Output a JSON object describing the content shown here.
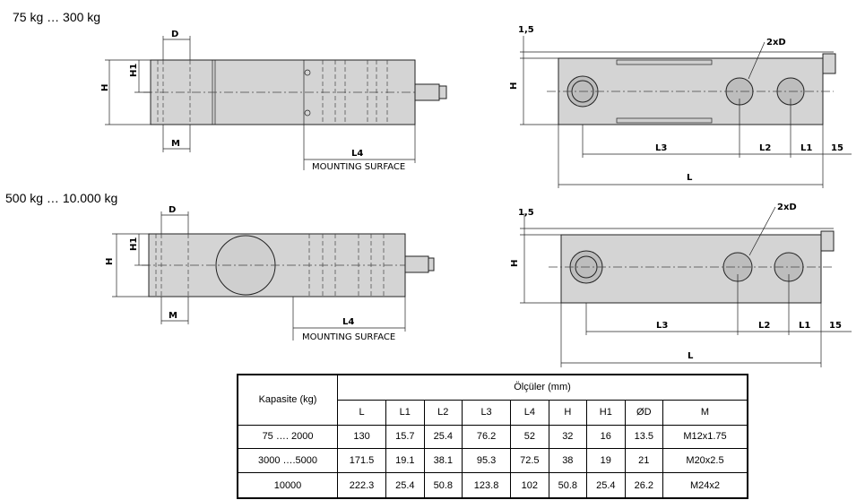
{
  "ranges": {
    "small": "75 kg … 300 kg",
    "large": "500 kg … 10.000 kg"
  },
  "labels": {
    "D": "D",
    "H": "H",
    "H1": "H1",
    "M": "M",
    "L": "L",
    "L1": "L1",
    "L2": "L2",
    "L3": "L3",
    "L4": "L4",
    "gap": "15",
    "offset": "1,5",
    "holes": "2xD",
    "mounting": "MOUNTING SURFACE"
  },
  "table": {
    "capacity_header": "Kapasite (kg)",
    "dims_header": "Ölçüler (mm)",
    "columns": [
      "L",
      "L1",
      "L2",
      "L3",
      "L4",
      "H",
      "H1",
      "ØD",
      "M"
    ],
    "rows": [
      {
        "capacity": "75 …. 2000",
        "values": [
          "130",
          "15.7",
          "25.4",
          "76.2",
          "52",
          "32",
          "16",
          "13.5",
          "M12x1.75"
        ]
      },
      {
        "capacity": "3000 ….5000",
        "values": [
          "171.5",
          "19.1",
          "38.1",
          "95.3",
          "72.5",
          "38",
          "19",
          "21",
          "M20x2.5"
        ]
      },
      {
        "capacity": "10000",
        "values": [
          "222.3",
          "25.4",
          "50.8",
          "123.8",
          "102",
          "50.8",
          "25.4",
          "26.2",
          "M24x2"
        ]
      }
    ]
  }
}
